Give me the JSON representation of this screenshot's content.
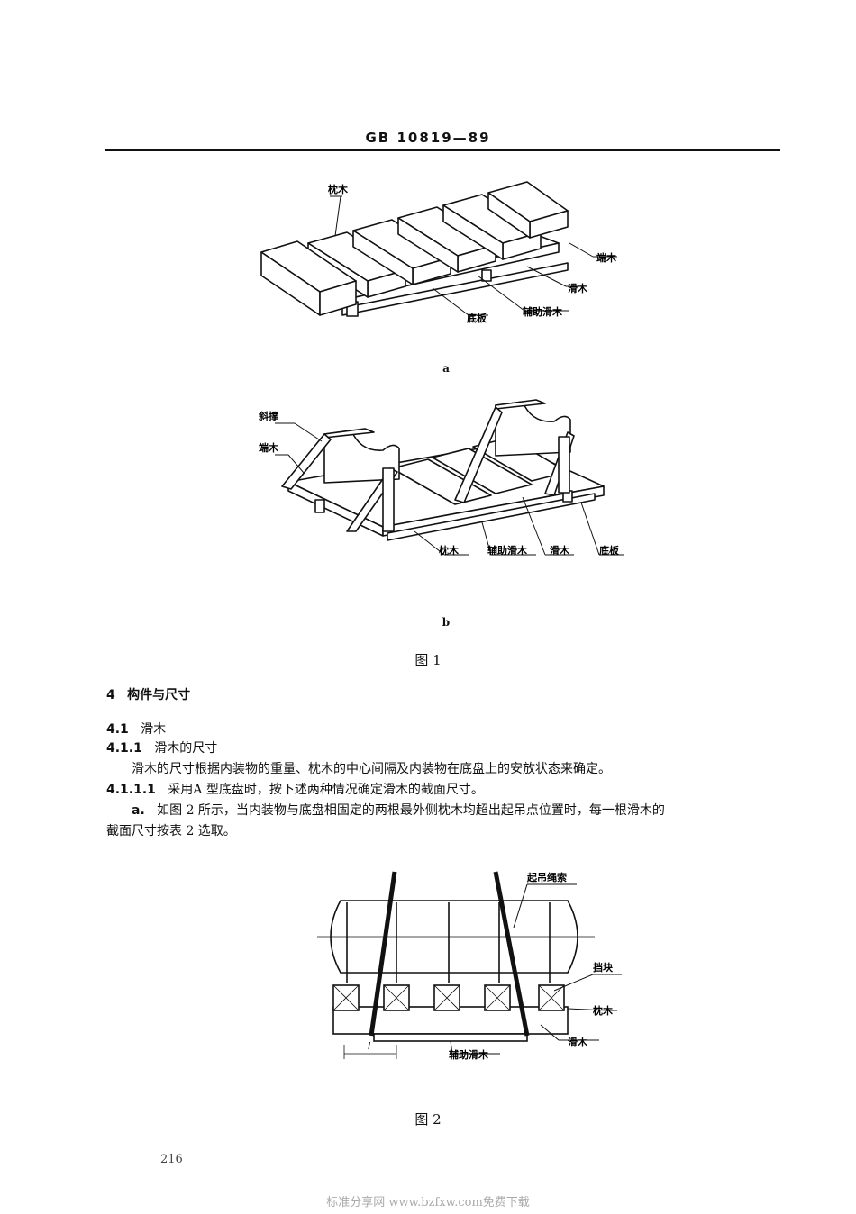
{
  "header": {
    "standard": "GB 10819—89"
  },
  "figure1": {
    "a": {
      "sublabel": "a",
      "labels": {
        "pillow": "枕木",
        "end": "端木",
        "skid": "滑木",
        "bottom": "底板",
        "aux": "辅助滑木"
      }
    },
    "b": {
      "sublabel": "b",
      "labels": {
        "brace": "斜撑",
        "end": "端木",
        "pillow": "枕木",
        "aux": "辅助滑木",
        "skid": "滑木",
        "bottom": "底板"
      }
    },
    "caption": "图 1"
  },
  "section": {
    "heading_num": "4",
    "heading": "构件与尺寸",
    "s41_num": "4.1",
    "s41": "滑木",
    "s411_num": "4.1.1",
    "s411": "滑木的尺寸",
    "p1": "滑木的尺寸根据内装物的重量、枕木的中心间隔及内装物在底盘上的安放状态来确定。",
    "s4111_num": "4.1.1.1",
    "s4111": "采用A 型底盘时，按下述两种情况确定滑木的截面尺寸。",
    "a_num": "a.",
    "a_line1": "如图 2 所示，当内装物与底盘相固定的两根最外侧枕木均超出起吊点位置时，每一根滑木的",
    "a_line2": "截面尺寸按表 2 选取。"
  },
  "figure2": {
    "labels": {
      "rope": "起吊绳索",
      "block": "挡块",
      "pillow": "枕木",
      "skid": "滑木",
      "aux": "辅助滑木",
      "dim": "l"
    },
    "caption": "图 2"
  },
  "page_number": "216",
  "watermark": "标准分享网 www.bzfxw.com免费下载"
}
